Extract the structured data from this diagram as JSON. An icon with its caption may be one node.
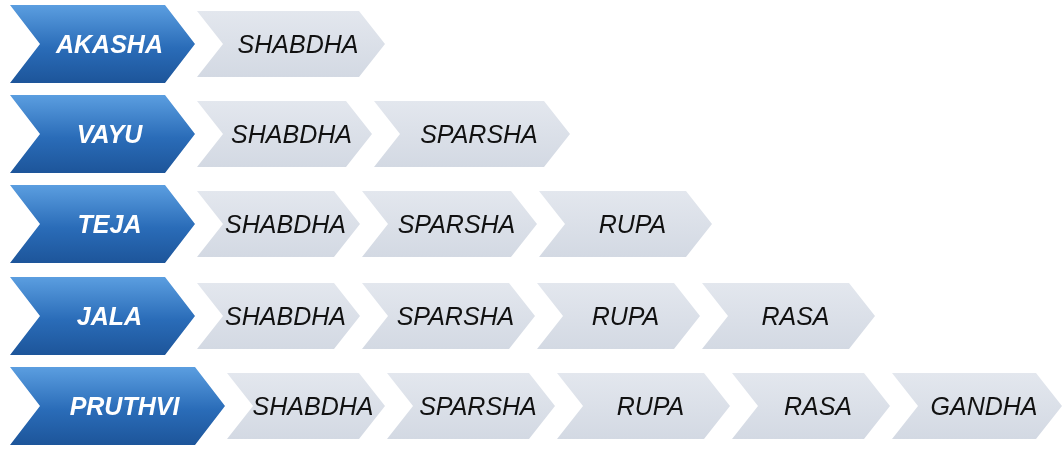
{
  "diagram": {
    "nodes": [
      {
        "text": [
          "AKASHA"
        ]
      },
      {
        "text": [
          "SHABDHA"
        ]
      },
      {
        "text": [
          "VAYU"
        ]
      },
      {
        "text": [
          "SHABDHA"
        ]
      },
      {
        "text": [
          "SPARSHA"
        ]
      },
      {
        "text": [
          "TEJA"
        ]
      },
      {
        "text": [
          "SHABDHA"
        ]
      },
      {
        "text": [
          "SPARSHA"
        ]
      },
      {
        "text": [
          "RUPA"
        ]
      },
      {
        "text": [
          "JALA"
        ]
      },
      {
        "text": [
          "SHABDHA"
        ]
      },
      {
        "text": [
          "SPARSHA"
        ]
      },
      {
        "text": [
          "RUPA"
        ]
      },
      {
        "text": [
          "RASA"
        ]
      },
      {
        "text": [
          "PRUTHVI"
        ]
      },
      {
        "text": [
          "SHABDHA"
        ]
      },
      {
        "text": [
          "SPARSHA"
        ]
      },
      {
        "text": [
          "RUPA"
        ]
      },
      {
        "text": [
          "RASA"
        ]
      },
      {
        "text": [
          "GANDHA"
        ]
      }
    ]
  }
}
